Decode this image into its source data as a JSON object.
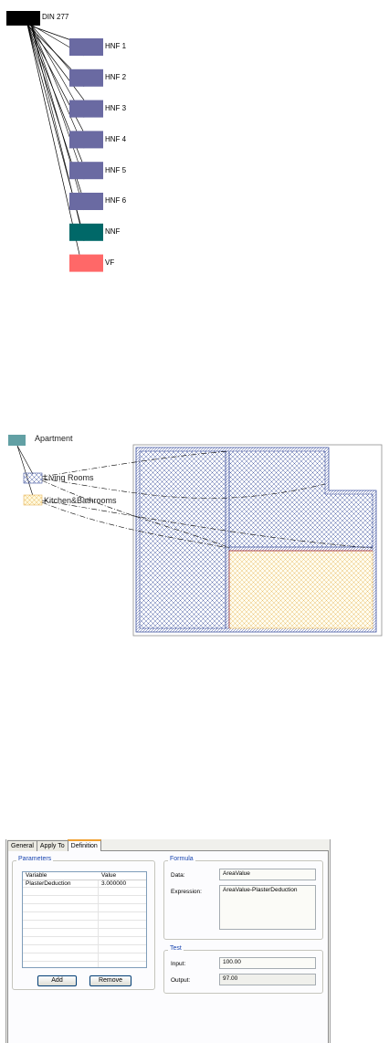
{
  "tree": {
    "root": {
      "label": "DIN 277",
      "color": "#000000"
    },
    "children": [
      {
        "label": "HNF 1",
        "color": "#6a6aa2"
      },
      {
        "label": "HNF 2",
        "color": "#6a6aa2"
      },
      {
        "label": "HNF 3",
        "color": "#6a6aa2"
      },
      {
        "label": "HNF 4",
        "color": "#6a6aa2"
      },
      {
        "label": "HNF 5",
        "color": "#6a6aa2"
      },
      {
        "label": "HNF 6",
        "color": "#6a6aa2"
      },
      {
        "label": "NNF",
        "color": "#006868"
      },
      {
        "label": "VF",
        "color": "#ff6868"
      }
    ]
  },
  "apartment": {
    "root": {
      "label": "Apartment",
      "color": "#62a0a4"
    },
    "living": {
      "label": "Living Rooms",
      "color": "#3a4e9c"
    },
    "kitchen": {
      "label": "Kitchen&Bathrooms",
      "color": "#e8b860"
    },
    "wall_color": "#3a4e9c",
    "divider_color": "#b83030"
  },
  "dialog": {
    "tabs": [
      "General",
      "Apply To",
      "Definition"
    ],
    "active_tab": 2,
    "parameters": {
      "title": "Parameters",
      "columns": [
        "Variable",
        "Value"
      ],
      "rows": [
        {
          "variable": "PlasterDeduction",
          "value": "3.000000"
        }
      ],
      "add_label": "Add",
      "remove_label": "Remove"
    },
    "formula": {
      "title": "Formula",
      "data_label": "Data:",
      "data_value": "AreaValue",
      "expression_label": "Expression:",
      "expression_value": "AreaValue-PlasterDeduction"
    },
    "test": {
      "title": "Test",
      "input_label": "Input:",
      "input_value": "100.00",
      "output_label": "Output:",
      "output_value": "97.00"
    }
  }
}
